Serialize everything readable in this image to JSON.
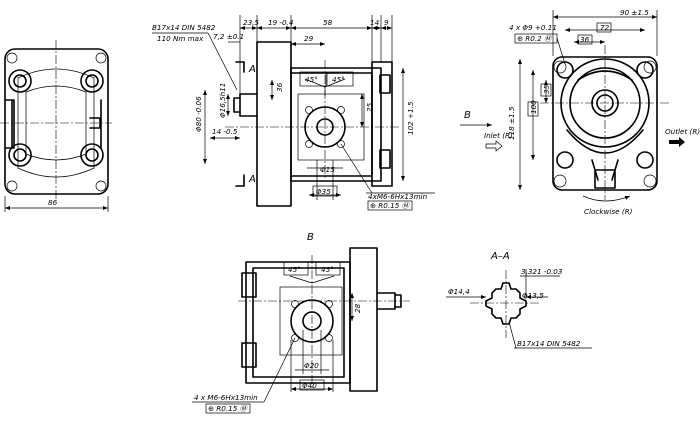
{
  "labels": {
    "spline": "B17x14 DIN 5482",
    "torque": "110 Nm max",
    "section_a": "A",
    "thread": "4xM6-6Hx13min",
    "tol_m": "⊕ R0.15 Ⓜ",
    "holes": "4 x Φ9 +0.11",
    "tol_holes": "⊕ R0.2 Ⓜ",
    "view_b_arrow": "B",
    "inlet": "Inlet (R)",
    "outlet": "Outlet (R)",
    "rotation": "Clockwise (R)",
    "view_b": "B",
    "thread_b": "4 x M6-6Hx13min",
    "section_aa": "A–A",
    "spline_section": "B17x14 DIN 5482"
  },
  "dims": {
    "d86": "86",
    "d23_5": "23,5",
    "d19": "19 -0.4",
    "d58": "58",
    "d14": "14",
    "d9": "9",
    "d29": "29",
    "d7_2": "7,2 ±0.1",
    "d80": "Φ80 -0.06",
    "d16_5": "Φ16,5h11",
    "d36": "36",
    "d14_shaft": "14 -0.5",
    "d102": "102 +1.5",
    "d25": "25",
    "phi15": "Φ15",
    "phi35": "Φ35",
    "angle45": "45°",
    "d90": "90 ±1.5",
    "d72": "72",
    "d118": "118 ±1.5",
    "d100": "100",
    "d35": "35",
    "d28": "28",
    "phi20": "Φ20",
    "phi40": "Φ40",
    "d3_321": "3,321 -0.03",
    "phi14_4": "Φ14,4",
    "phi13_5": "Φ13,5"
  }
}
